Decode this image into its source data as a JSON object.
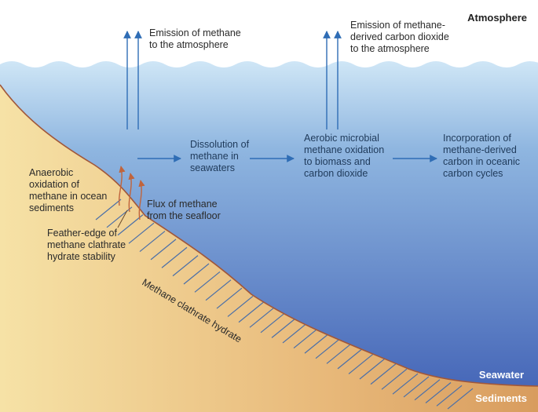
{
  "zones": {
    "atmosphere": "Atmosphere",
    "seawater": "Seawater",
    "sediments": "Sediments"
  },
  "labels": {
    "emission_methane": [
      "Emission of methane",
      "to the atmosphere"
    ],
    "emission_co2": [
      "Emission of methane-",
      "derived carbon dioxide",
      "to the atmosphere"
    ],
    "dissolution": [
      "Dissolution of",
      "methane in",
      "seawaters"
    ],
    "aerobic": [
      "Aerobic microbial",
      "methane oxidation",
      "to biomass and",
      "carbon dioxide"
    ],
    "incorporation": [
      "Incorporation of",
      "methane-derived",
      "carbon in oceanic",
      "carbon cycles"
    ],
    "anaerobic": [
      "Anaerobic",
      "oxidation of",
      "methane in ocean",
      "sediments"
    ],
    "flux": [
      "Flux of methane",
      "from the seafloor"
    ],
    "feather_edge": [
      "Feather-edge of",
      "methane clathrate",
      "hydrate stability"
    ],
    "clathrate": "Methane clathrate hydrate"
  },
  "colors": {
    "arrow_blue": "#2f6db5",
    "flux_orange": "#c0643c",
    "seafloor_line": "#a0573a",
    "hatch": "#4a6fa8",
    "seawater_top": "#cfe6f6",
    "seawater_bottom": "#3f5fb4",
    "sediment_light": "#f6e2a6",
    "sediment_dark": "#d89c5e"
  }
}
